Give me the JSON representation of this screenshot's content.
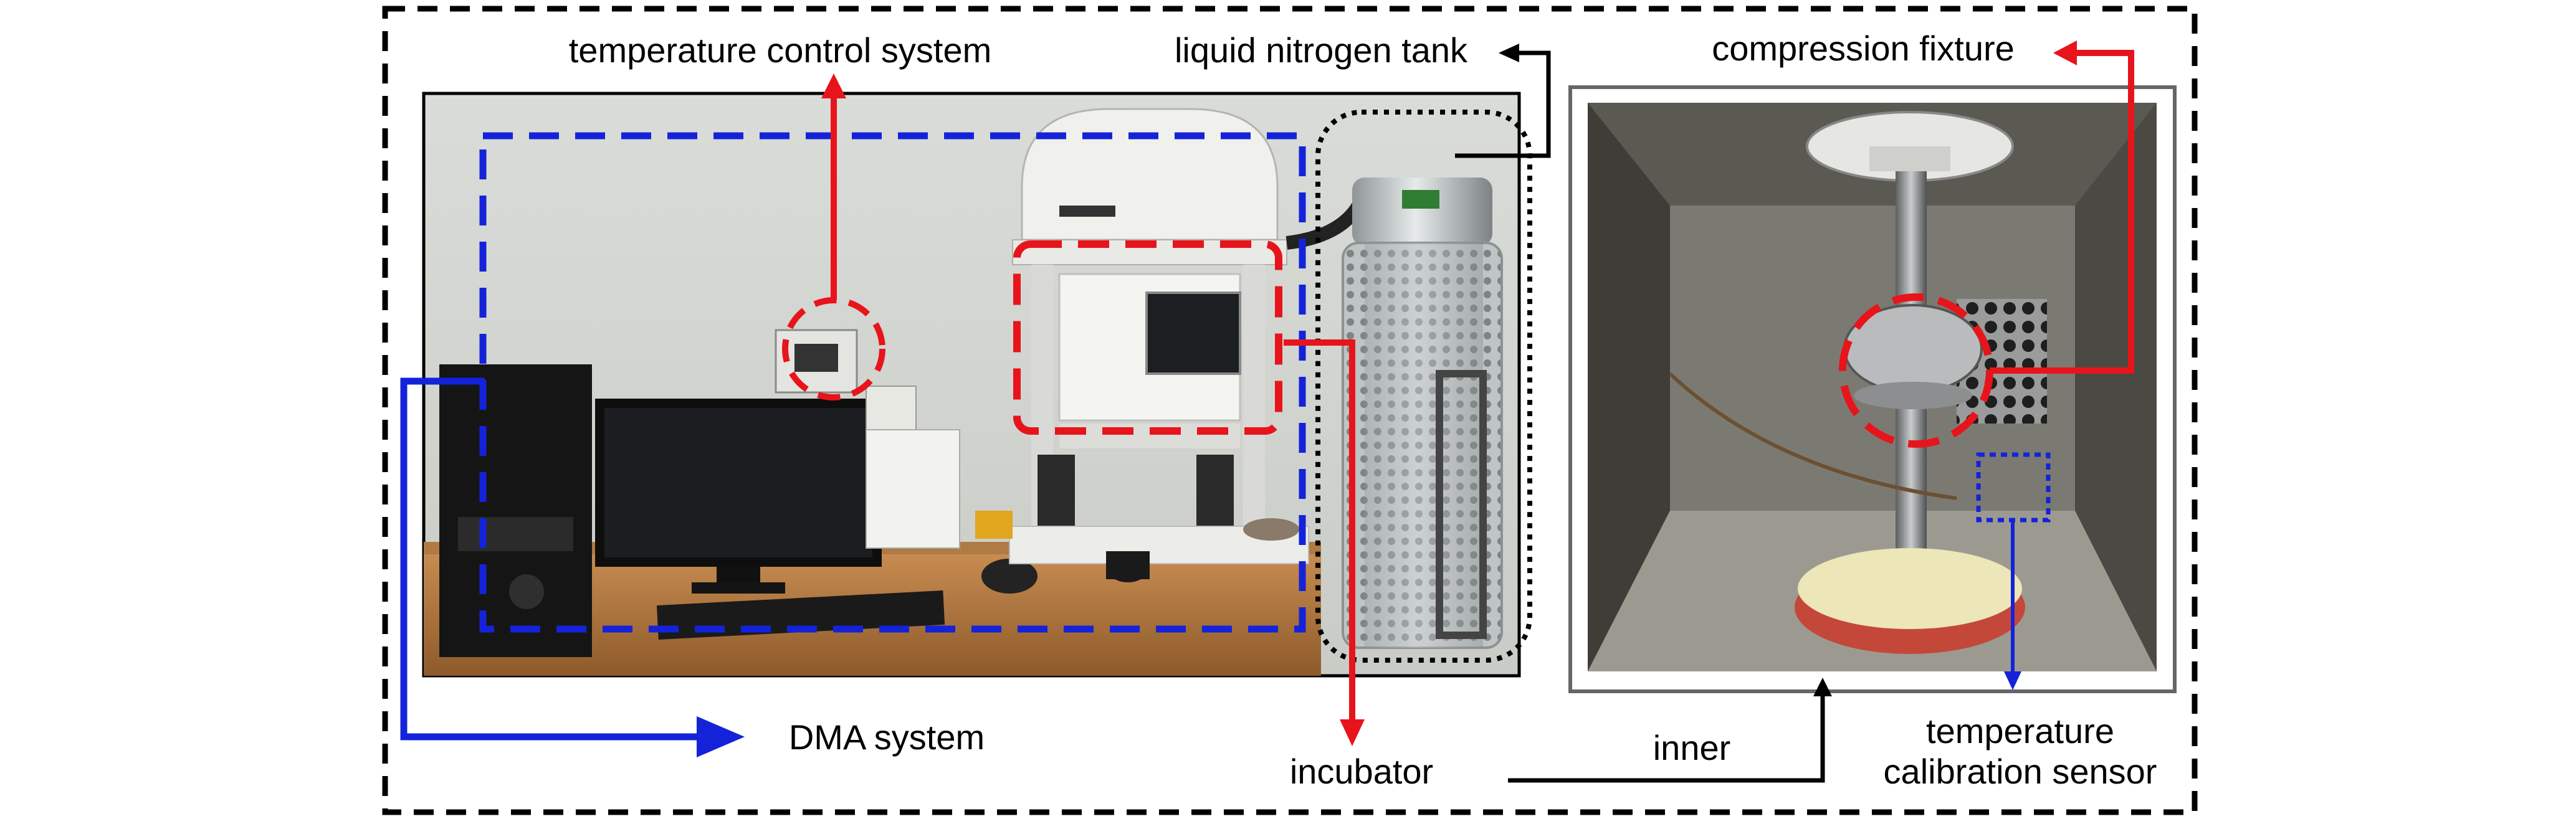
{
  "labels": {
    "temperature_control_system": "temperature control system",
    "liquid_nitrogen_tank": "liquid nitrogen tank",
    "compression_fixture": "compression fixture",
    "dma_system": "DMA system",
    "incubator": "incubator",
    "inner": "inner",
    "temperature_calibration_sensor_line1": "temperature",
    "temperature_calibration_sensor_line2": "calibration sensor"
  },
  "colors": {
    "red_annotation": "#e8141b",
    "blue_annotation": "#1423d9",
    "black_line": "#000000"
  }
}
